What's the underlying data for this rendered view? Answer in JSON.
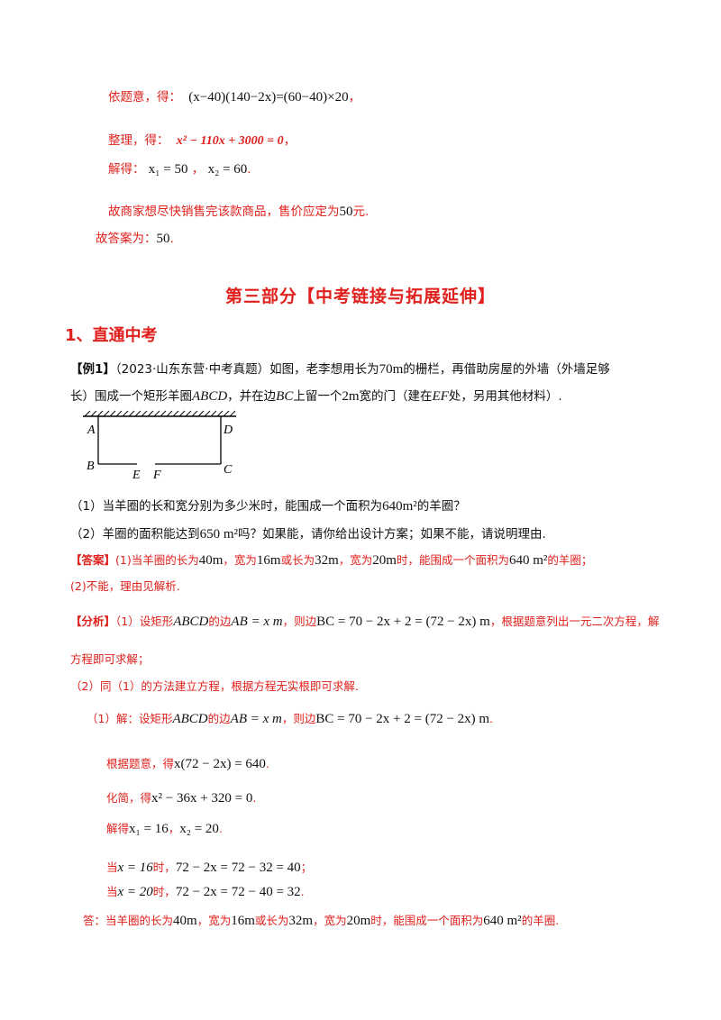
{
  "top": {
    "l1_prefix": "依题意，得：",
    "l1_eq": "(x−40)(140−2x)=(60−40)×20",
    "l1_suffix": "，",
    "l2_prefix": "整理，得：",
    "l2_eq": "x² − 110x + 3000 = 0",
    "l2_suffix": "，",
    "l3_prefix": "解得：",
    "l3_x1": "x₁ = 50",
    "l3_sep": "，",
    "l3_x2": "x₂ = 60",
    "l3_suffix": ".",
    "l4_text": "故商家想尽快销售完该款商品，售价应定为",
    "l4_val": "50",
    "l4_unit": "元.",
    "l5_text": "故答案为：",
    "l5_val": "50",
    "l5_suffix": "."
  },
  "section_title": "第三部分【中考链接与拓展延伸】",
  "subsection": "1、直通中考",
  "example": {
    "label": "【例1】",
    "line1a": "（2023·山东东营·中考真题）如图，老李想用长为",
    "line1_len": "70m",
    "line1b": "的栅栏，再借助房屋的外墙（外墙足够",
    "line2a": "长）围成一个矩形羊圈",
    "line2_abcd": "ABCD",
    "line2b": "，并在边",
    "line2_bc": "BC",
    "line2c": "上留一个",
    "line2_2m": "2m",
    "line2d": "宽的门（建在",
    "line2_ef": "EF",
    "line2e": "处，另用其他材料）."
  },
  "figure_labels": {
    "A": "A",
    "B": "B",
    "C": "C",
    "D": "D",
    "E": "E",
    "F": "F"
  },
  "questions": {
    "q1a": "（1）当羊圈的长和宽分别为多少米时，能围成一个面积为",
    "q1_area": "640m²",
    "q1b": "的羊圈？",
    "q2a": "（2）羊圈的面积能达到",
    "q2_area": "650 m²",
    "q2b": "吗？如果能，请你给出设计方案；如果不能，请说明理由."
  },
  "answer": {
    "label": "【答案】",
    "a1a": "(1)当羊圈的长为",
    "a1_40": "40m",
    "a1b": "，宽为",
    "a1_16": "16m",
    "a1c": "或长为",
    "a1_32": "32m",
    "a1d": "，宽为",
    "a1_20": "20m",
    "a1e": "时，能围成一个面积为",
    "a1_640": "640 m²",
    "a1f": "的羊圈；",
    "a2": "(2)不能，理由见解析."
  },
  "analysis": {
    "label": "【分析】",
    "p1a": "（1）设矩形",
    "p1_abcd": "ABCD",
    "p1b": "的边",
    "p1_ab": "AB = x m",
    "p1c": "，则边",
    "p1_bc": "BC = 70 − 2x + 2 = (72 − 2x) m",
    "p1d": "，根据题意列出一元二次方程，解",
    "p2": "方程即可求解；",
    "p3": "（2）同（1）的方法建立方程，根据方程无实根即可求解."
  },
  "solution": {
    "s1a": "（1）解：设矩形",
    "s1_abcd": "ABCD",
    "s1b": "的边",
    "s1_ab": "AB = x m",
    "s1c": "，则边",
    "s1_bc": "BC = 70 − 2x + 2 = (72 − 2x) m",
    "s1d": ".",
    "s2a": "根据题意，得",
    "s2_eq": "x(72 − 2x) = 640",
    "s2b": ".",
    "s3a": "化简，得",
    "s3_eq": "x² − 36x + 320 = 0",
    "s3b": ".",
    "s4a": "解得",
    "s4_x1": "x₁ = 16",
    "s4_sep": "，",
    "s4_x2": "x₂ = 20",
    "s4b": ".",
    "s5a": "当",
    "s5_x": "x = 16",
    "s5b": "时，",
    "s5_eq": "72 − 2x = 72 − 32 = 40",
    "s5c": "；",
    "s6a": "当",
    "s6_x": "x = 20",
    "s6b": "时，",
    "s6_eq": "72 − 2x = 72 − 40 = 32",
    "s6c": ".",
    "s7a": "答：当羊圈的长为",
    "s7_40": "40m",
    "s7b": "，宽为",
    "s7_16": "16m",
    "s7c": "或长为",
    "s7_32": "32m",
    "s7d": "，宽为",
    "s7_20": "20m",
    "s7e": "时，能围成一个面积为",
    "s7_640": "640 m²",
    "s7f": "的羊圈."
  }
}
